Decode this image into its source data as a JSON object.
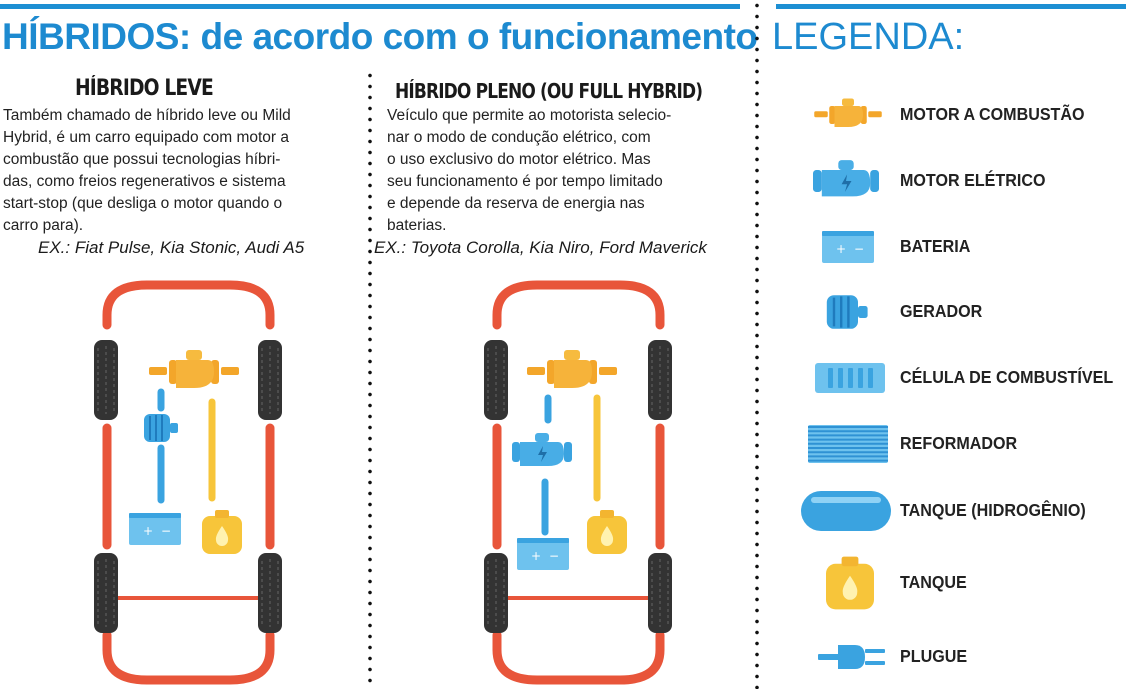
{
  "title": "HÍBRIDOS: de acordo com o funcionamento",
  "legend_title": "LEGENDA:",
  "mild": {
    "heading": "HÍBRIDO LEVE",
    "text": "Também chamado de híbrido leve ou Mild\nHybrid, é um carro equipado com motor a\ncombustão que possui tecnologias híbri-\ndas, como freios regenerativos e sistema\nstart-stop (que desliga o motor quando o\ncarro para).",
    "examples": "EX.: Fiat Pulse, Kia Stonic, Audi A5"
  },
  "full": {
    "heading": "HÍBRIDO PLENO (OU FULL HYBRID)",
    "text": "Veículo que permite ao motorista selecio-\nnar o modo de condução elétrico, com\no uso exclusivo do motor elétrico. Mas\nseu funcionamento é por tempo limitado\ne depende da reserva de energia nas\nbaterias.",
    "examples": "EX.: Toyota Corolla, Kia Niro, Ford Maverick"
  },
  "legend": [
    {
      "label": "MOTOR A COMBUSTÃO",
      "icon": "combustion-engine-icon"
    },
    {
      "label": "MOTOR ELÉTRICO",
      "icon": "electric-motor-icon"
    },
    {
      "label": "BATERIA",
      "icon": "battery-icon"
    },
    {
      "label": "GERADOR",
      "icon": "generator-icon"
    },
    {
      "label": "CÉLULA DE COMBUSTÍVEL",
      "icon": "fuel-cell-icon"
    },
    {
      "label": "REFORMADOR",
      "icon": "reformer-icon"
    },
    {
      "label": "TANQUE (HIDROGÊNIO)",
      "icon": "hydrogen-tank-icon"
    },
    {
      "label": "TANQUE",
      "icon": "fuel-tank-icon"
    },
    {
      "label": "PLUGUE",
      "icon": "plug-icon"
    }
  ],
  "colors": {
    "accent": "#1d8ad0",
    "pipe": "#e8553a",
    "engine": "#f3a62a",
    "fuel": "#f7c53a",
    "electric": "#3aa3e0",
    "tire": "#333333"
  }
}
